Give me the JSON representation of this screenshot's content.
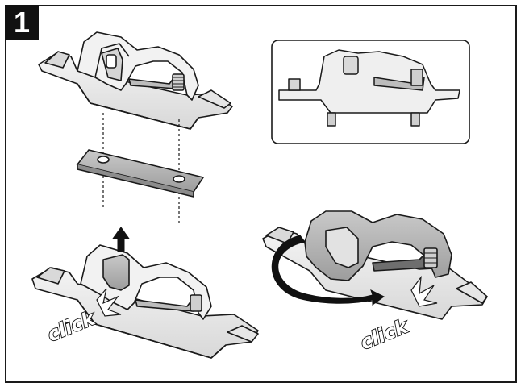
{
  "step": {
    "number": "1"
  },
  "labels": {
    "click_left": "click",
    "click_right": "click"
  },
  "colors": {
    "outline": "#1a1a1a",
    "light_fill": "#ececec",
    "mid_fill": "#bdbdbd",
    "dark_fill": "#8c8c8c",
    "badge": "#111111"
  }
}
